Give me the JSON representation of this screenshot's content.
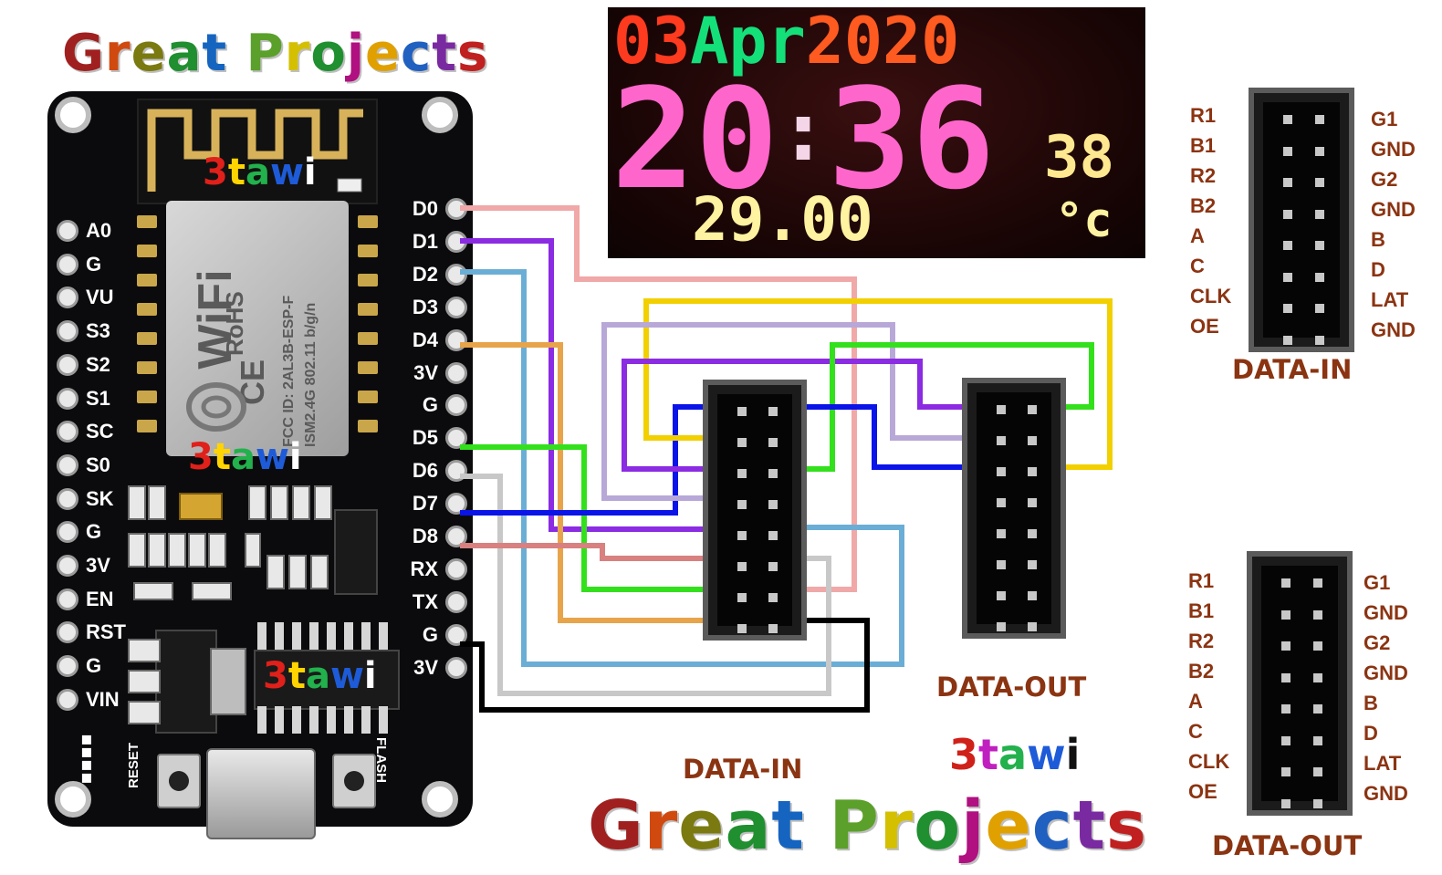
{
  "titles": {
    "top_rainbow": [
      "G",
      "r",
      "e",
      "a",
      "t",
      " ",
      "P",
      "r",
      "o",
      "j",
      "e",
      "c",
      "t",
      "s"
    ],
    "bottom_rainbow": [
      "G",
      "r",
      "e",
      "a",
      "t",
      " ",
      "P",
      "r",
      "o",
      "j",
      "e",
      "c",
      "t",
      "s"
    ],
    "rainbow_colors": [
      "#a02020",
      "#d04a10",
      "#7a7a10",
      "#1f8f2f",
      "#1565c0",
      "#ffffff",
      "#5aa02a",
      "#d4c000",
      "#1f8f2f",
      "#b01080",
      "#e0a000",
      "#2060c0",
      "#7a2aa0",
      "#c02020"
    ],
    "brand": [
      "3",
      "t",
      "a",
      "w",
      "i"
    ],
    "brand_colors": [
      "#e0201a",
      "#ffd400",
      "#22b14c",
      "#1e5bd8",
      "#ffffff"
    ],
    "brand_colors_light": [
      "#d0201a",
      "#c020c0",
      "#22b14c",
      "#1e5bd8",
      "#111111"
    ]
  },
  "board": {
    "left_pins": [
      "A0",
      "G",
      "VU",
      "S3",
      "S2",
      "S1",
      "SC",
      "S0",
      "SK",
      "G",
      "3V",
      "EN",
      "RST",
      "G",
      "VIN"
    ],
    "right_pins": [
      "D0",
      "D1",
      "D2",
      "D3",
      "D4",
      "3V",
      "G",
      "D5",
      "D6",
      "D7",
      "D8",
      "RX",
      "TX",
      "G",
      "3V"
    ],
    "module_text": {
      "wifi": "WiFi",
      "rohs": "RoHS",
      "fcc": "FCC ID: 2AL3B-ESP-F",
      "model": "ISM2.4G  802.11 b/g/n",
      "ce": "CE"
    },
    "button_reset": "RESET",
    "button_flash": "FLASH"
  },
  "panel": {
    "day": "03",
    "month": "Apr",
    "year": "2020",
    "hour": "20",
    "colon": ":",
    "minute": "36",
    "second": "38",
    "temperature": "29.00",
    "temp_unit": "°c",
    "colors": {
      "date": "#ff3b1f",
      "month": "#14e07a",
      "year": "#ff5a20",
      "time": "#ff66cc",
      "second": "#ffe890",
      "temp": "#fff2a0"
    }
  },
  "headers": {
    "left_labels": [
      "R1",
      "B1",
      "R2",
      "B2",
      "A",
      "C",
      "CLK",
      "OE"
    ],
    "right_labels": [
      "G1",
      "GND",
      "G2",
      "GND",
      "B",
      "D",
      "LAT",
      "GND"
    ],
    "data_in": "DATA-IN",
    "data_out": "DATA-OUT"
  },
  "wire_colors": {
    "pink": "#f0a8a8",
    "purple": "#8b2be2",
    "steelblue": "#6aaed6",
    "orange": "#e8a44a",
    "green": "#33e01c",
    "gray": "#c8c8c8",
    "blue": "#0a14e8",
    "rose": "#d98080",
    "black": "#000000",
    "yellow": "#f2d000",
    "lavender": "#b8a8d8"
  }
}
